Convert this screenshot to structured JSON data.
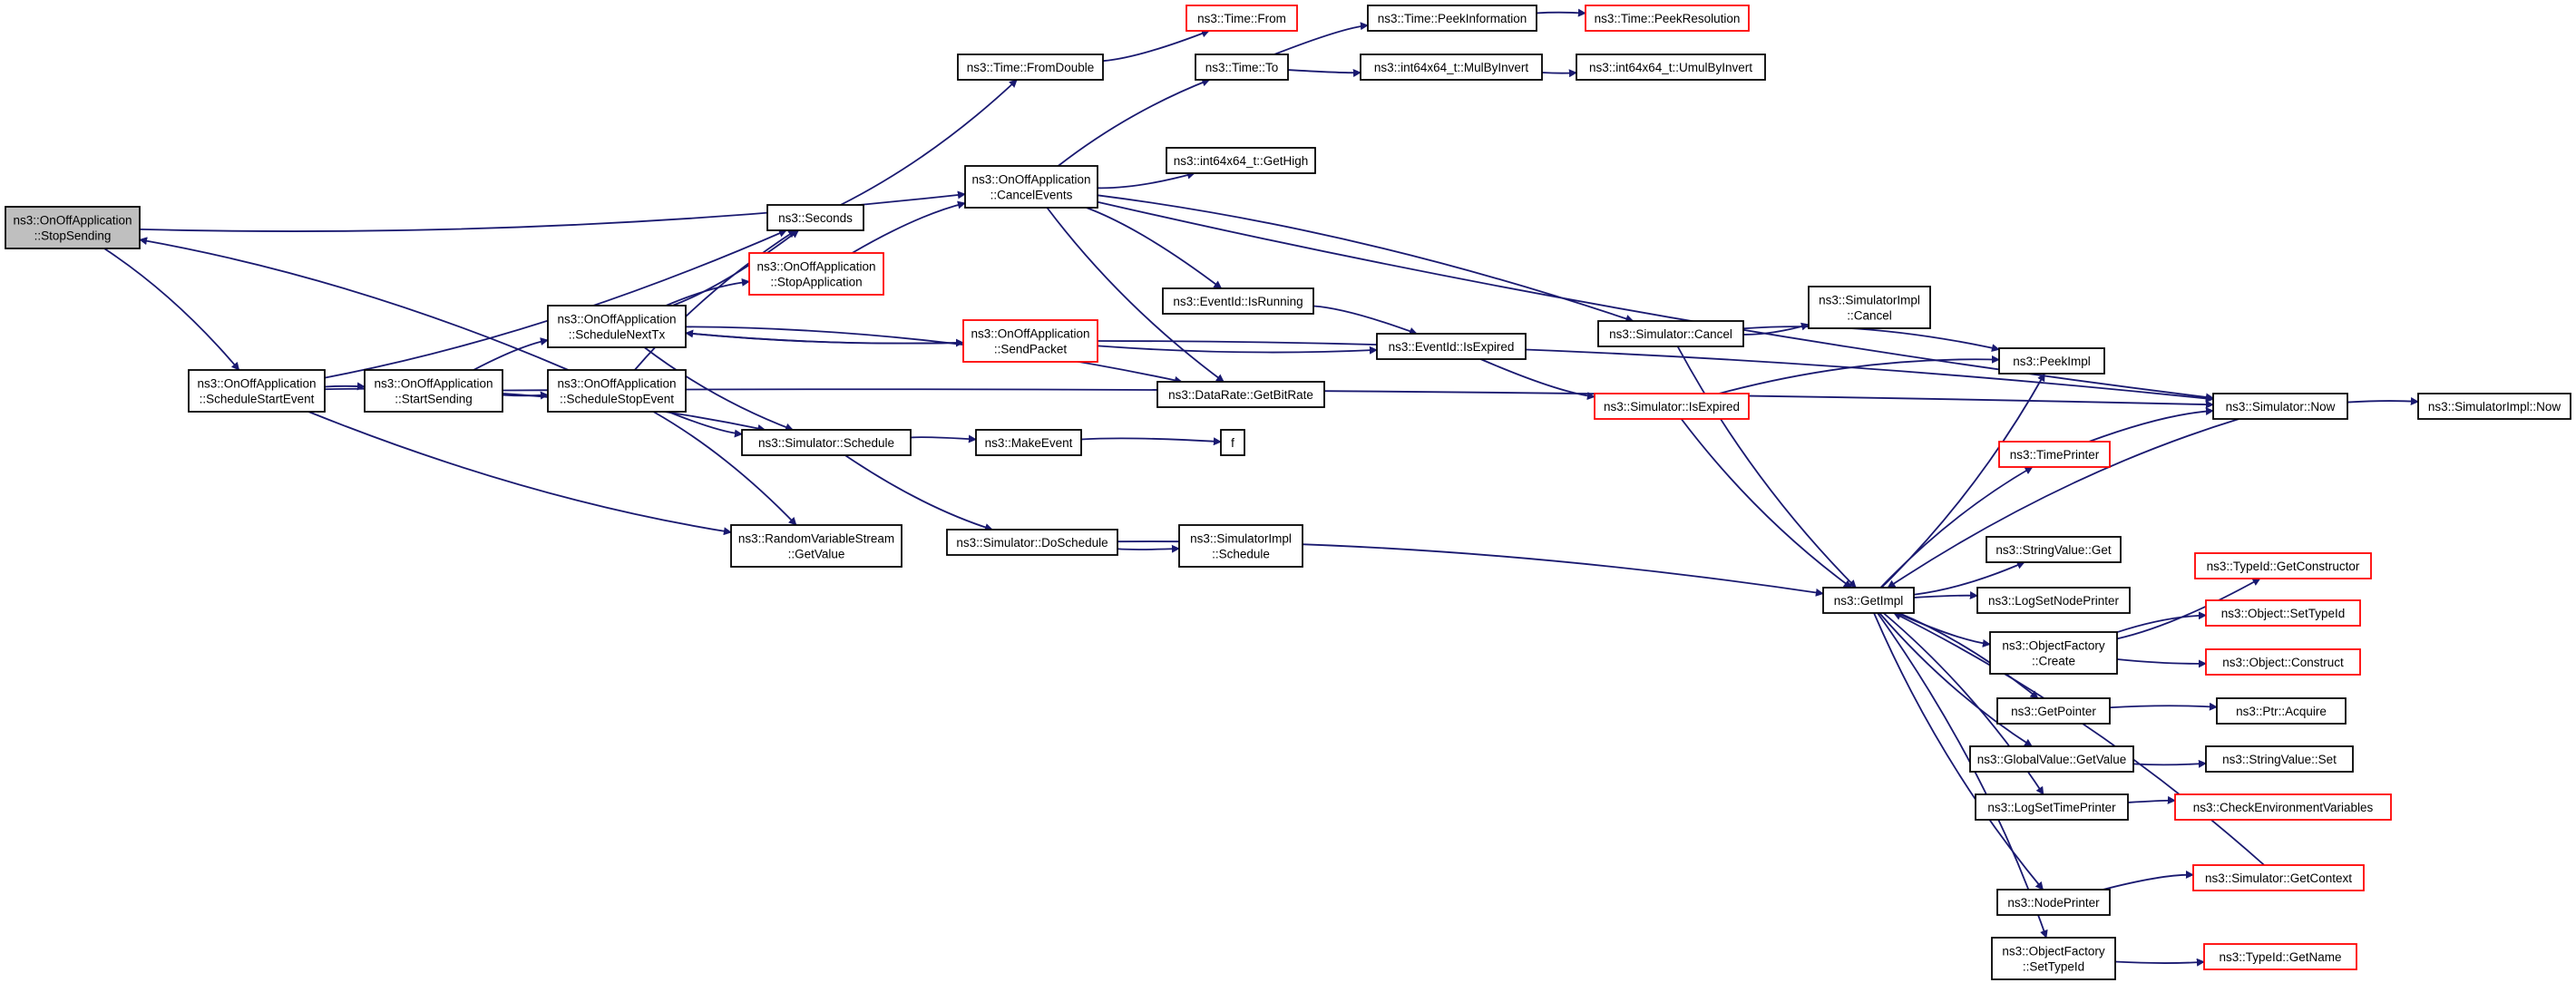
{
  "colors": {
    "edge": "#191970",
    "node_border": "#000000",
    "node_border_truncated": "#ff0000",
    "node_fill": "#ffffff",
    "node_fill_focus": "#bfbfbf"
  },
  "nodes": [
    {
      "id": "stopsending",
      "lines": [
        "ns3::OnOffApplication",
        "::StopSending"
      ],
      "style": "focus"
    },
    {
      "id": "schedulestart",
      "lines": [
        "ns3::OnOffApplication",
        "::ScheduleStartEvent"
      ],
      "style": "normal"
    },
    {
      "id": "startsending",
      "lines": [
        "ns3::OnOffApplication",
        "::StartSending"
      ],
      "style": "normal"
    },
    {
      "id": "schedulenexttx",
      "lines": [
        "ns3::OnOffApplication",
        "::ScheduleNextTx"
      ],
      "style": "normal"
    },
    {
      "id": "schedulestop",
      "lines": [
        "ns3::OnOffApplication",
        "::ScheduleStopEvent"
      ],
      "style": "normal"
    },
    {
      "id": "seconds",
      "lines": [
        "ns3::Seconds"
      ],
      "style": "normal"
    },
    {
      "id": "stopapplication",
      "lines": [
        "ns3::OnOffApplication",
        "::StopApplication"
      ],
      "style": "truncated"
    },
    {
      "id": "sendpacket",
      "lines": [
        "ns3::OnOffApplication",
        "::SendPacket"
      ],
      "style": "truncated"
    },
    {
      "id": "fromdouble",
      "lines": [
        "ns3::Time::FromDouble"
      ],
      "style": "normal"
    },
    {
      "id": "timefrom",
      "lines": [
        "ns3::Time::From"
      ],
      "style": "truncated"
    },
    {
      "id": "cancelevents",
      "lines": [
        "ns3::OnOffApplication",
        "::CancelEvents"
      ],
      "style": "normal"
    },
    {
      "id": "timeto",
      "lines": [
        "ns3::Time::To"
      ],
      "style": "normal"
    },
    {
      "id": "peekinformation",
      "lines": [
        "ns3::Time::PeekInformation"
      ],
      "style": "normal"
    },
    {
      "id": "peekresolution",
      "lines": [
        "ns3::Time::PeekResolution"
      ],
      "style": "truncated"
    },
    {
      "id": "mulbyinvert",
      "lines": [
        "ns3::int64x64_t::MulByInvert"
      ],
      "style": "normal"
    },
    {
      "id": "umulbyinvert",
      "lines": [
        "ns3::int64x64_t::UmulByInvert"
      ],
      "style": "normal"
    },
    {
      "id": "gethigh",
      "lines": [
        "ns3::int64x64_t::GetHigh"
      ],
      "style": "normal"
    },
    {
      "id": "isrunning",
      "lines": [
        "ns3::EventId::IsRunning"
      ],
      "style": "normal"
    },
    {
      "id": "isexpired",
      "lines": [
        "ns3::EventId::IsExpired"
      ],
      "style": "normal"
    },
    {
      "id": "getbitrate",
      "lines": [
        "ns3::DataRate::GetBitRate"
      ],
      "style": "normal"
    },
    {
      "id": "simschedule",
      "lines": [
        "ns3::Simulator::Schedule"
      ],
      "style": "normal"
    },
    {
      "id": "makeevent",
      "lines": [
        "ns3::MakeEvent"
      ],
      "style": "normal"
    },
    {
      "id": "f",
      "lines": [
        "f"
      ],
      "style": "normal"
    },
    {
      "id": "rvsgetvalue",
      "lines": [
        "ns3::RandomVariableStream",
        "::GetValue"
      ],
      "style": "normal"
    },
    {
      "id": "doschedule",
      "lines": [
        "ns3::Simulator::DoSchedule"
      ],
      "style": "normal"
    },
    {
      "id": "simimplschedule",
      "lines": [
        "ns3::SimulatorImpl",
        "::Schedule"
      ],
      "style": "normal"
    },
    {
      "id": "simcancel",
      "lines": [
        "ns3::Simulator::Cancel"
      ],
      "style": "normal"
    },
    {
      "id": "simimplcancel",
      "lines": [
        "ns3::SimulatorImpl",
        "::Cancel"
      ],
      "style": "normal"
    },
    {
      "id": "simisexpired",
      "lines": [
        "ns3::Simulator::IsExpired"
      ],
      "style": "truncated"
    },
    {
      "id": "peekimpl",
      "lines": [
        "ns3::PeekImpl"
      ],
      "style": "normal"
    },
    {
      "id": "simnow",
      "lines": [
        "ns3::Simulator::Now"
      ],
      "style": "normal"
    },
    {
      "id": "simimplnow",
      "lines": [
        "ns3::SimulatorImpl::Now"
      ],
      "style": "normal"
    },
    {
      "id": "timeprinter",
      "lines": [
        "ns3::TimePrinter"
      ],
      "style": "truncated"
    },
    {
      "id": "getimpl",
      "lines": [
        "ns3::GetImpl"
      ],
      "style": "normal"
    },
    {
      "id": "stringvalueget",
      "lines": [
        "ns3::StringValue::Get"
      ],
      "style": "normal"
    },
    {
      "id": "logsetnodeprinter",
      "lines": [
        "ns3::LogSetNodePrinter"
      ],
      "style": "normal"
    },
    {
      "id": "objfactorycreate",
      "lines": [
        "ns3::ObjectFactory",
        "::Create"
      ],
      "style": "normal"
    },
    {
      "id": "getconstructor",
      "lines": [
        "ns3::TypeId::GetConstructor"
      ],
      "style": "truncated"
    },
    {
      "id": "objectsettypeid",
      "lines": [
        "ns3::Object::SetTypeId"
      ],
      "style": "truncated"
    },
    {
      "id": "objectconstruct",
      "lines": [
        "ns3::Object::Construct"
      ],
      "style": "truncated"
    },
    {
      "id": "getpointer",
      "lines": [
        "ns3::GetPointer"
      ],
      "style": "normal"
    },
    {
      "id": "ptracquire",
      "lines": [
        "ns3::Ptr::Acquire"
      ],
      "style": "normal"
    },
    {
      "id": "globalvaluegetvalue",
      "lines": [
        "ns3::GlobalValue::GetValue"
      ],
      "style": "normal"
    },
    {
      "id": "stringvalueset",
      "lines": [
        "ns3::StringValue::Set"
      ],
      "style": "normal"
    },
    {
      "id": "logsettimeprinter",
      "lines": [
        "ns3::LogSetTimePrinter"
      ],
      "style": "normal"
    },
    {
      "id": "checkenvvars",
      "lines": [
        "ns3::CheckEnvironmentVariables"
      ],
      "style": "truncated"
    },
    {
      "id": "simgetcontext",
      "lines": [
        "ns3::Simulator::GetContext"
      ],
      "style": "truncated"
    },
    {
      "id": "nodeprinter",
      "lines": [
        "ns3::NodePrinter"
      ],
      "style": "normal"
    },
    {
      "id": "objfactorysettypeid",
      "lines": [
        "ns3::ObjectFactory",
        "::SetTypeId"
      ],
      "style": "normal"
    },
    {
      "id": "typeidgetname",
      "lines": [
        "ns3::TypeId::GetName"
      ],
      "style": "truncated"
    }
  ],
  "edges": [
    [
      "stopsending",
      "schedulestart"
    ],
    [
      "stopsending",
      "cancelevents"
    ],
    [
      "schedulestart",
      "startsending"
    ],
    [
      "schedulestart",
      "seconds"
    ],
    [
      "schedulestart",
      "simschedule"
    ],
    [
      "schedulestart",
      "rvsgetvalue"
    ],
    [
      "startsending",
      "schedulenexttx"
    ],
    [
      "startsending",
      "schedulestop"
    ],
    [
      "startsending",
      "simnow"
    ],
    [
      "schedulestop",
      "stopsending"
    ],
    [
      "schedulestop",
      "seconds"
    ],
    [
      "schedulestop",
      "simschedule"
    ],
    [
      "schedulestop",
      "rvsgetvalue"
    ],
    [
      "schedulenexttx",
      "seconds"
    ],
    [
      "schedulenexttx",
      "stopapplication"
    ],
    [
      "schedulenexttx",
      "sendpacket"
    ],
    [
      "schedulenexttx",
      "getbitrate"
    ],
    [
      "schedulenexttx",
      "simschedule"
    ],
    [
      "sendpacket",
      "schedulenexttx"
    ],
    [
      "sendpacket",
      "isexpired"
    ],
    [
      "sendpacket",
      "simnow"
    ],
    [
      "seconds",
      "fromdouble"
    ],
    [
      "stopapplication",
      "cancelevents"
    ],
    [
      "fromdouble",
      "timefrom"
    ],
    [
      "cancelevents",
      "timeto"
    ],
    [
      "cancelevents",
      "gethigh"
    ],
    [
      "cancelevents",
      "isrunning"
    ],
    [
      "cancelevents",
      "getbitrate"
    ],
    [
      "cancelevents",
      "simcancel"
    ],
    [
      "cancelevents",
      "simnow"
    ],
    [
      "timeto",
      "peekinformation"
    ],
    [
      "timeto",
      "mulbyinvert"
    ],
    [
      "peekinformation",
      "peekresolution"
    ],
    [
      "mulbyinvert",
      "umulbyinvert"
    ],
    [
      "isrunning",
      "isexpired"
    ],
    [
      "isexpired",
      "simisexpired"
    ],
    [
      "simschedule",
      "makeevent"
    ],
    [
      "simschedule",
      "doschedule"
    ],
    [
      "makeevent",
      "f"
    ],
    [
      "doschedule",
      "simimplschedule"
    ],
    [
      "doschedule",
      "getimpl"
    ],
    [
      "simcancel",
      "simimplcancel"
    ],
    [
      "simcancel",
      "peekimpl"
    ],
    [
      "simcancel",
      "getimpl"
    ],
    [
      "simisexpired",
      "peekimpl"
    ],
    [
      "simisexpired",
      "getimpl"
    ],
    [
      "simnow",
      "simimplnow"
    ],
    [
      "simnow",
      "getimpl"
    ],
    [
      "timeprinter",
      "simnow"
    ],
    [
      "getimpl",
      "peekimpl"
    ],
    [
      "getimpl",
      "timeprinter"
    ],
    [
      "getimpl",
      "stringvalueget"
    ],
    [
      "getimpl",
      "logsetnodeprinter"
    ],
    [
      "getimpl",
      "objfactorycreate"
    ],
    [
      "getimpl",
      "getpointer"
    ],
    [
      "getimpl",
      "globalvaluegetvalue"
    ],
    [
      "getimpl",
      "logsettimeprinter"
    ],
    [
      "getimpl",
      "nodeprinter"
    ],
    [
      "getimpl",
      "objfactorysettypeid"
    ],
    [
      "objfactorycreate",
      "getconstructor"
    ],
    [
      "objfactorycreate",
      "objectsettypeid"
    ],
    [
      "objfactorycreate",
      "objectconstruct"
    ],
    [
      "getpointer",
      "ptracquire"
    ],
    [
      "globalvaluegetvalue",
      "stringvalueset"
    ],
    [
      "logsettimeprinter",
      "checkenvvars"
    ],
    [
      "simgetcontext",
      "getimpl"
    ],
    [
      "nodeprinter",
      "simgetcontext"
    ],
    [
      "objfactorysettypeid",
      "typeidgetname"
    ]
  ]
}
